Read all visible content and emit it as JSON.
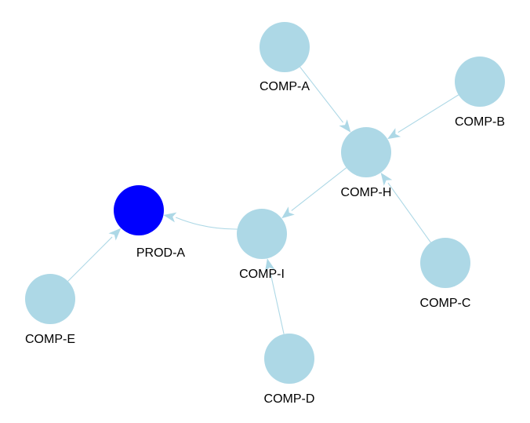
{
  "graph": {
    "colors": {
      "component_node": "#add8e6",
      "product_node": "#0000ff",
      "edge": "#add8e6",
      "label": "#000000",
      "background": "#ffffff"
    },
    "nodes": [
      {
        "id": "COMP-A",
        "label": "COMP-A",
        "kind": "component"
      },
      {
        "id": "COMP-B",
        "label": "COMP-B",
        "kind": "component"
      },
      {
        "id": "COMP-H",
        "label": "COMP-H",
        "kind": "component"
      },
      {
        "id": "COMP-I",
        "label": "COMP-I",
        "kind": "component"
      },
      {
        "id": "COMP-C",
        "label": "COMP-C",
        "kind": "component"
      },
      {
        "id": "COMP-D",
        "label": "COMP-D",
        "kind": "component"
      },
      {
        "id": "COMP-E",
        "label": "COMP-E",
        "kind": "component"
      },
      {
        "id": "PROD-A",
        "label": "PROD-A",
        "kind": "product"
      }
    ],
    "edges": [
      {
        "from": "COMP-A",
        "to": "COMP-H"
      },
      {
        "from": "COMP-B",
        "to": "COMP-H"
      },
      {
        "from": "COMP-C",
        "to": "COMP-H"
      },
      {
        "from": "COMP-H",
        "to": "COMP-I"
      },
      {
        "from": "COMP-D",
        "to": "COMP-I"
      },
      {
        "from": "COMP-I",
        "to": "PROD-A"
      },
      {
        "from": "COMP-E",
        "to": "PROD-A"
      }
    ]
  }
}
